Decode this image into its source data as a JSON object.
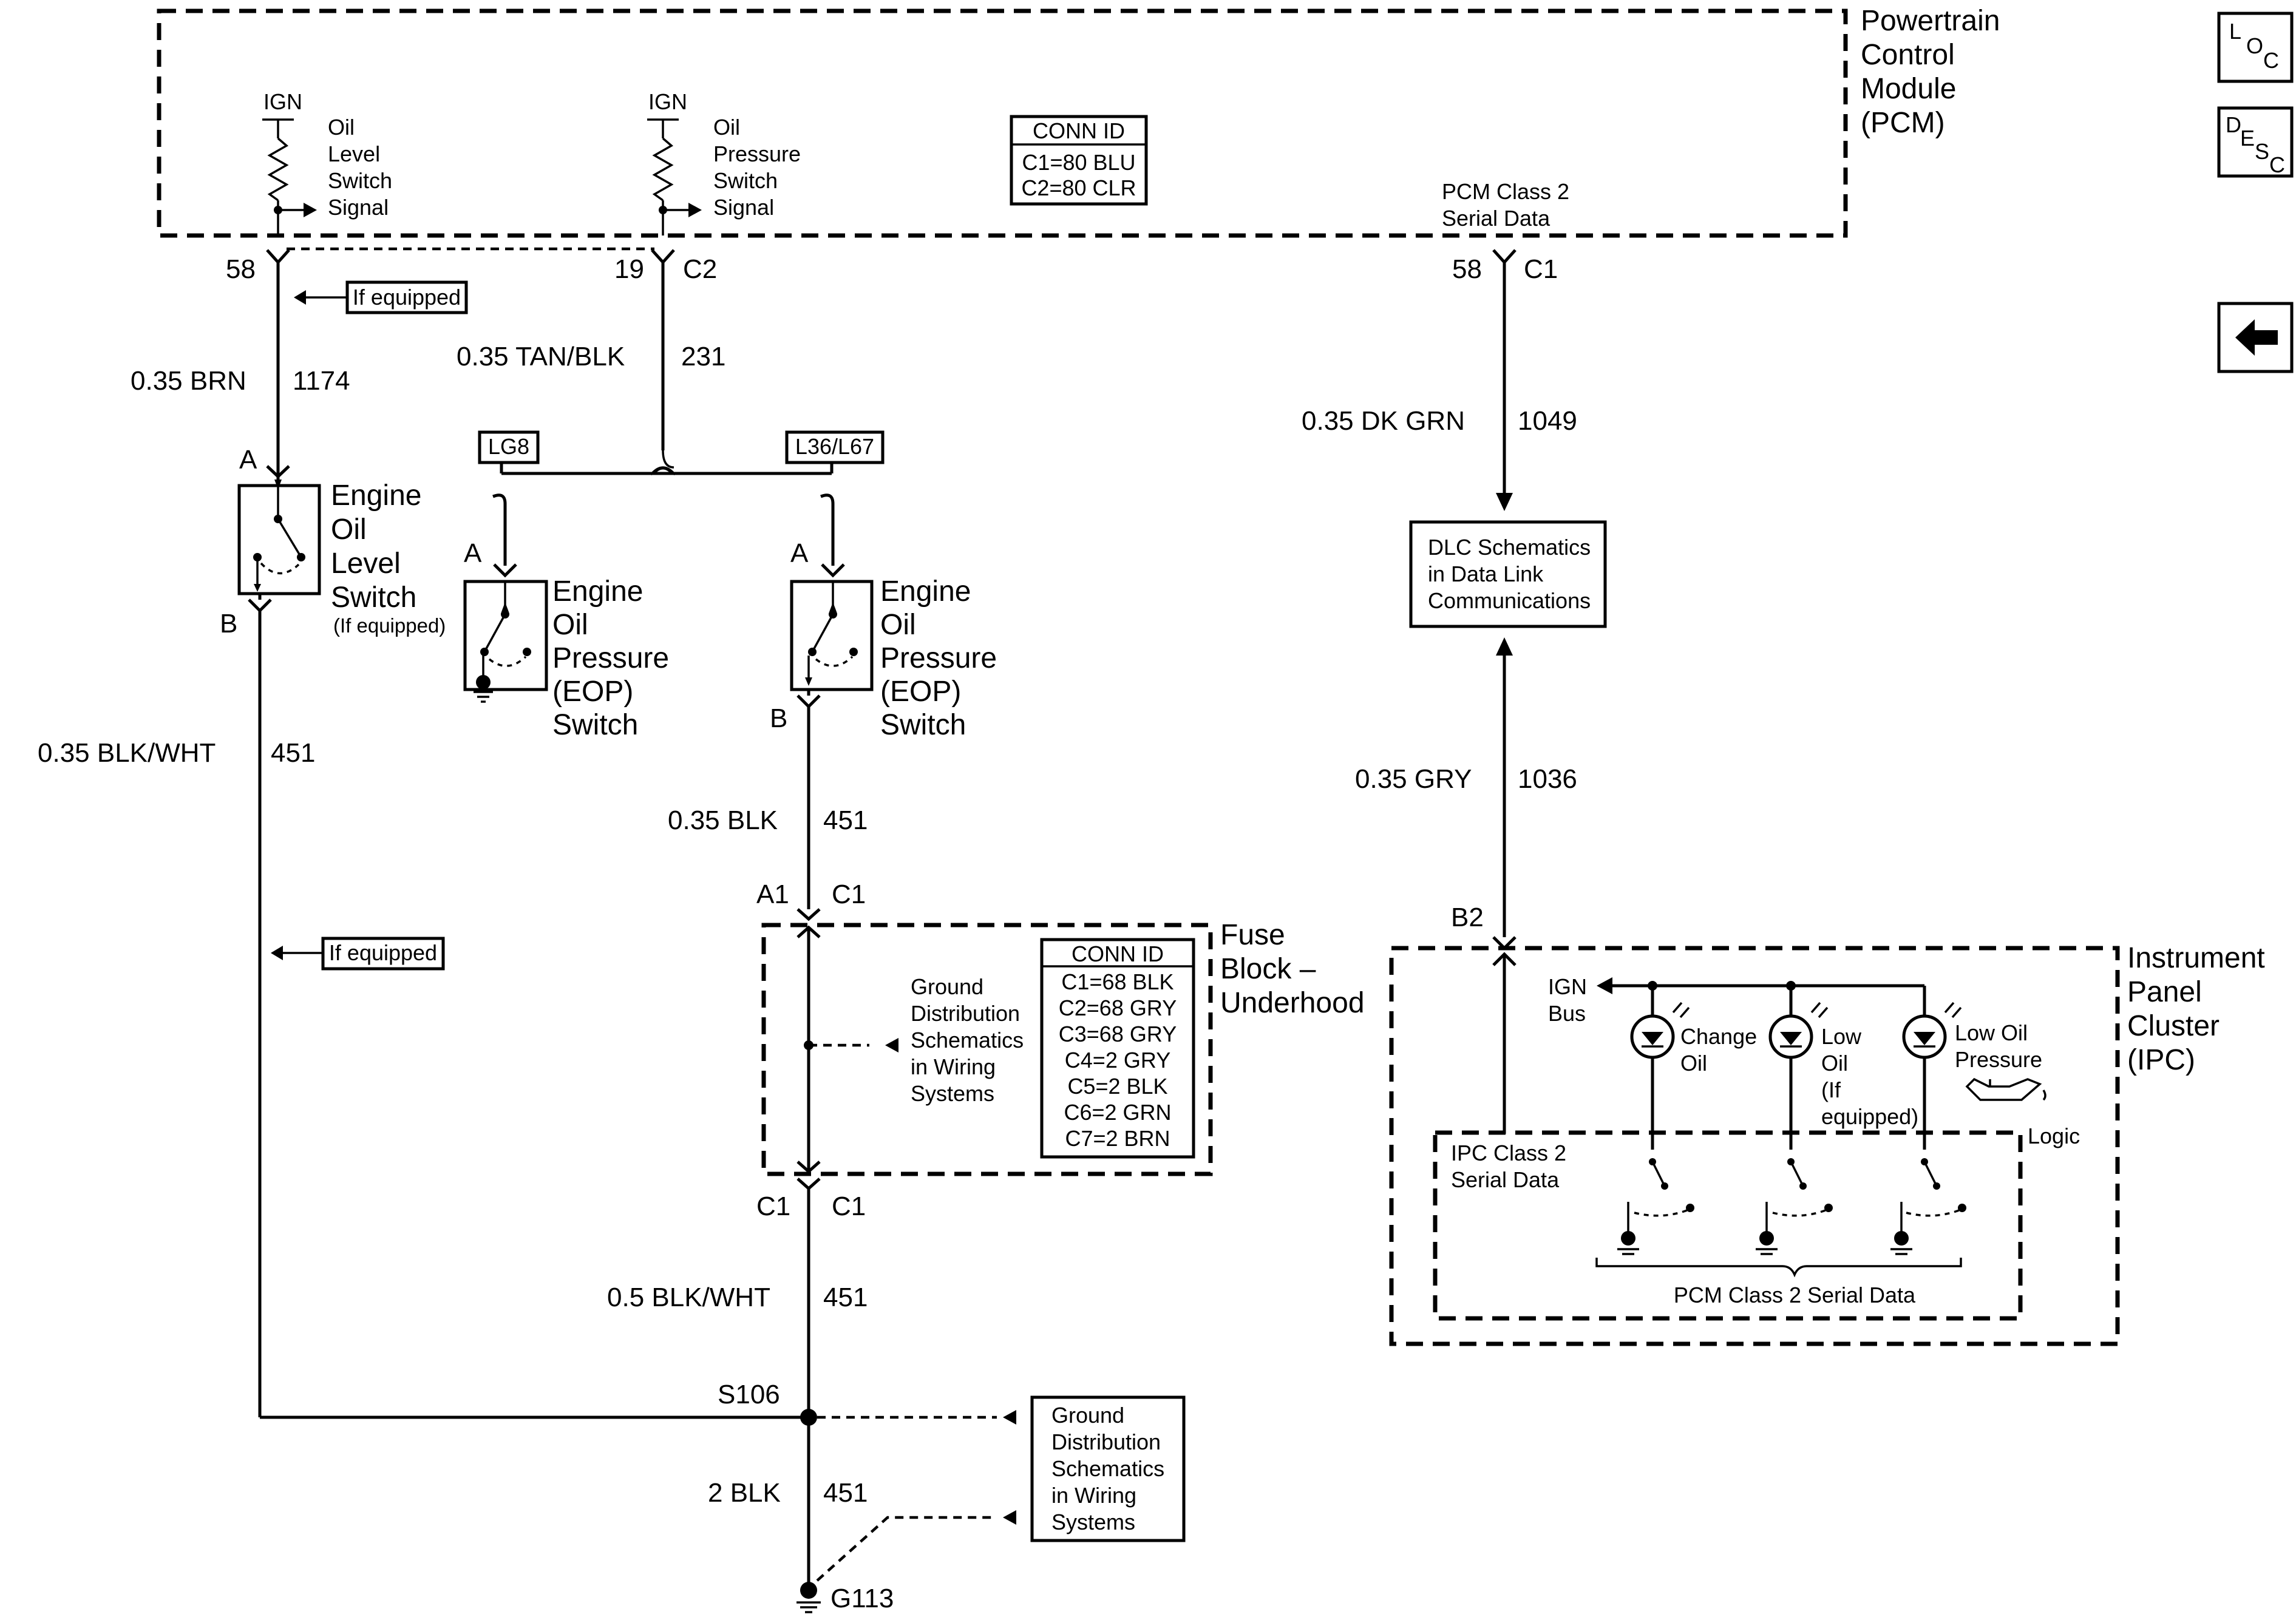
{
  "pcm": {
    "title_lines": [
      "Powertrain",
      "Control",
      "Module",
      "(PCM)"
    ]
  },
  "pcm_inner": {
    "ign1": "IGN",
    "oil_level_signal": [
      "Oil",
      "Level",
      "Switch",
      "Signal"
    ],
    "ign2": "IGN",
    "oil_pressure_signal": [
      "Oil",
      "Pressure",
      "Switch",
      "Signal"
    ],
    "conn_id": {
      "header": "CONN ID",
      "rows": [
        "C1=80 BLU",
        "C2=80 CLR"
      ]
    },
    "class2": [
      "PCM Class 2",
      "Serial Data"
    ]
  },
  "nav": {
    "loc": {
      "l": "L",
      "o": "O",
      "c": "C"
    },
    "desc": {
      "d": "D",
      "e": "E",
      "s": "S",
      "c": "C"
    }
  },
  "wires": {
    "w58": {
      "pin": "58",
      "label": "0.35 BRN",
      "circuit": "1174",
      "tag": "If equipped"
    },
    "w19": {
      "pin": "19",
      "conn": "C2",
      "label": "0.35 TAN/BLK",
      "circuit": "231"
    },
    "w58r": {
      "pin": "58",
      "conn": "C1",
      "label": "0.35 DK GRN",
      "circuit": "1049"
    },
    "lg8": "LG8",
    "l36": "L36/L67",
    "left_blkwht": {
      "label": "0.35 BLK/WHT",
      "circuit": "451",
      "tag": "If equipped"
    },
    "mid_blk": {
      "label": "0.35 BLK",
      "circuit": "451"
    },
    "mid_blkwht": {
      "label": "0.5 BLK/WHT",
      "circuit": "451"
    },
    "ground_blk": {
      "label": "2 BLK",
      "circuit": "451"
    },
    "gry": {
      "label": "0.35 GRY",
      "circuit": "1036"
    }
  },
  "switches": {
    "eols": {
      "top": "A",
      "bottom": "B",
      "title": [
        "Engine",
        "Oil",
        "Level",
        "Switch"
      ],
      "note": "(If equipped)"
    },
    "eop1": {
      "top": "A",
      "title": [
        "Engine",
        "Oil",
        "Pressure",
        "(EOP)",
        "Switch"
      ]
    },
    "eop2": {
      "top": "A",
      "bottom": "B",
      "title": [
        "Engine",
        "Oil",
        "Pressure",
        "(EOP)",
        "Switch"
      ]
    }
  },
  "fuse_block": {
    "title": [
      "Fuse",
      "Block –",
      "Underhood"
    ],
    "top_left": "A1",
    "top_right": "C1",
    "bottom_left": "C1",
    "bottom_right": "C1",
    "ground_ref": [
      "Ground",
      "Distribution",
      "Schematics",
      "in Wiring",
      "Systems"
    ],
    "conn_id": {
      "header": "CONN ID",
      "rows": [
        "C1=68 BLK",
        "C2=68 GRY",
        "C3=68 GRY",
        "C4=2 GRY",
        "C5=2 BLK",
        "C6=2 GRN",
        "C7=2 BRN"
      ]
    }
  },
  "splice": {
    "name": "S106",
    "ground_ref": [
      "Ground",
      "Distribution",
      "Schematics",
      "in Wiring",
      "Systems"
    ]
  },
  "ground": {
    "name": "G113"
  },
  "dlc": {
    "lines": [
      "DLC Schematics",
      "in Data Link",
      "Communications"
    ]
  },
  "ipc": {
    "title": [
      "Instrument",
      "Panel",
      "Cluster",
      "(IPC)"
    ],
    "pin": "B2",
    "ign_bus": [
      "IGN",
      "Bus"
    ],
    "lamps": [
      {
        "label": [
          "Change",
          "Oil"
        ]
      },
      {
        "label": [
          "Low",
          "Oil",
          "(If",
          "equipped)"
        ]
      },
      {
        "label": [
          "Low Oil",
          "Pressure"
        ]
      }
    ],
    "logic": "Logic",
    "class2_in": [
      "IPC Class 2",
      "Serial Data"
    ],
    "class2_bottom": "PCM Class 2 Serial Data"
  }
}
